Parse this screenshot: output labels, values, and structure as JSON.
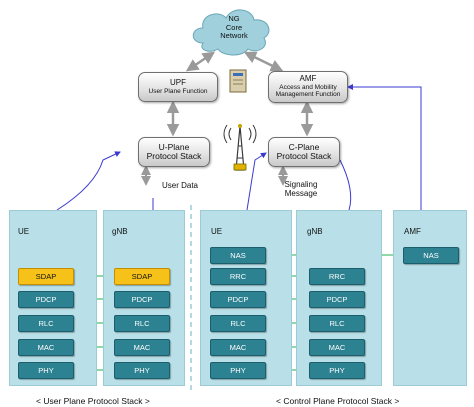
{
  "cloud": {
    "line1": "NG",
    "line2": "Core",
    "line3": "Network"
  },
  "upf": {
    "title": "UPF",
    "subtitle": "User Plane Function"
  },
  "amf_box": {
    "title": "AMF",
    "subtitle1": "Access and Mobility",
    "subtitle2": "Management Function"
  },
  "uplane": {
    "line1": "U-Plane",
    "line2": "Protocol Stack"
  },
  "cplane": {
    "line1": "C-Plane",
    "line2": "Protocol Stack"
  },
  "user_data": "User Data",
  "signaling": {
    "line1": "Signaling",
    "line2": "Message"
  },
  "panels": {
    "up_ue": "UE",
    "up_gnb": "gNB",
    "cp_ue": "UE",
    "cp_gnb": "gNB",
    "amf": "AMF"
  },
  "up_layers": [
    "SDAP",
    "PDCP",
    "RLC",
    "MAC",
    "PHY"
  ],
  "cp_ue_layers": [
    "NAS",
    "RRC",
    "PDCP",
    "RLC",
    "MAC",
    "PHY"
  ],
  "cp_gnb_layers": [
    "RRC",
    "PDCP",
    "RLC",
    "MAC",
    "PHY"
  ],
  "amf_layers": [
    "NAS"
  ],
  "captions": {
    "user_plane": "< User Plane Protocol Stack >",
    "control_plane": "< Control Plane Protocol Stack >"
  },
  "colors": {
    "panel": "#b9e0e8",
    "layer": "#2d8292",
    "sdap": "#f6c21a",
    "green_arrow": "#22b14c",
    "blue_line": "#3a3ad0",
    "cloud": "#9fd0dc"
  }
}
